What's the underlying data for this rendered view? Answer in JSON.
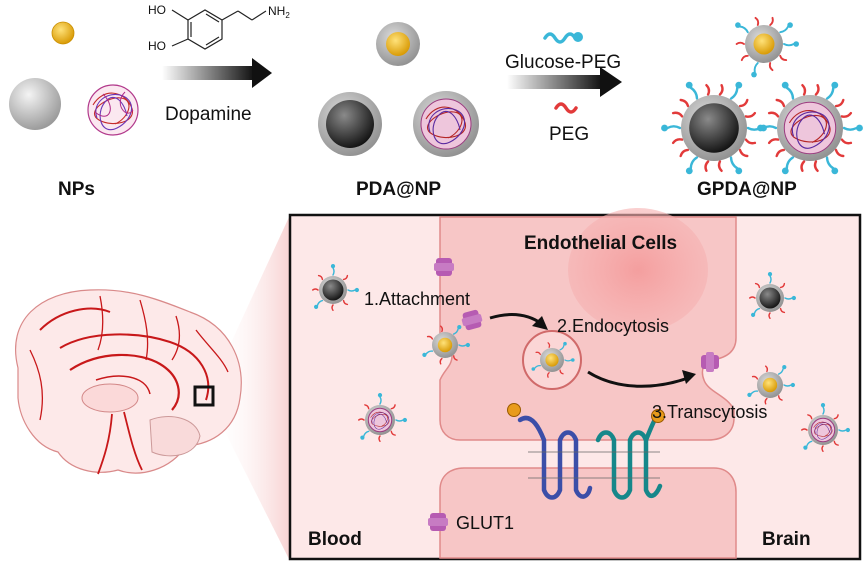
{
  "top": {
    "stage1_label": "NPs",
    "stage2_label": "PDA@NP",
    "stage3_label": "GPDA@NP",
    "step1_reagent": "Dopamine",
    "step2_reagent_a": "Glucose-PEG",
    "step2_reagent_b": "PEG",
    "molecule_oh1": "HO",
    "molecule_oh2": "HO",
    "molecule_nh2": "NH",
    "molecule_nh2_sub": "2"
  },
  "panel": {
    "title": "Endothelial Cells",
    "step1": "1.Attachment",
    "step2": "2.Endocytosis",
    "step3": "3.Transcytosis",
    "left_region": "Blood",
    "right_region": "Brain",
    "legend_glut1": "GLUT1"
  },
  "colors": {
    "gold": "#e8b21a",
    "pda_shell": "#b9b9b9",
    "dark_core": "#3a3a3a",
    "glucose_peg": "#3ab7d8",
    "peg": "#e23a3a",
    "glut1": "#b65bb2",
    "cell_fill": "#f7c9c9",
    "panel_bg": "#fde8e8",
    "vessel_red": "#c8181a",
    "transporter_blue": "#3b4ea8",
    "transporter_teal": "#16878a"
  }
}
